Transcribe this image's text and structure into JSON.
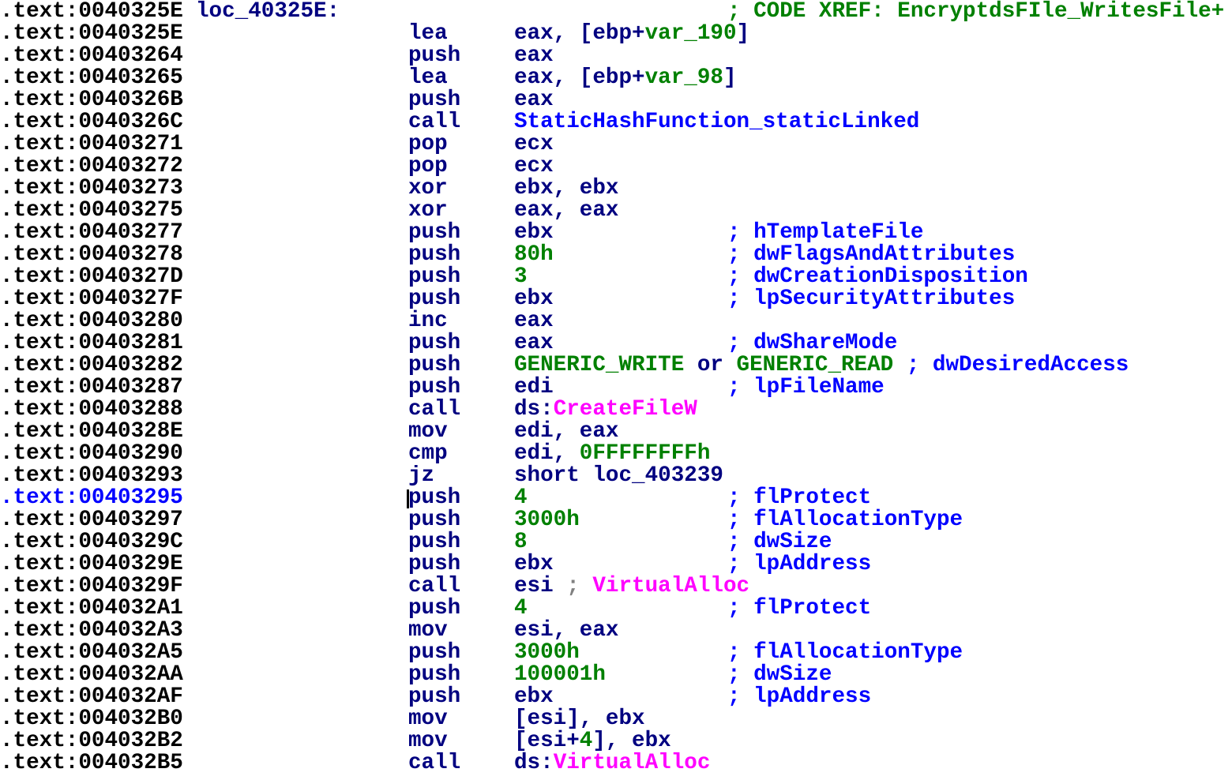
{
  "colors": {
    "address": "#000000",
    "selected_address": "#0000ff",
    "instruction": "#000080",
    "number": "#008000",
    "comment": "#0000ff",
    "import": "#ff00ff"
  },
  "selected_row": 22,
  "rows": [
    {
      "addr": ".text:0040325E",
      "label": "loc_40325E:",
      "mn": "",
      "ops": [],
      "comment": [
        {
          "t": "; CODE XREF: EncryptdsFIle_WritesFile+",
          "c": "green"
        }
      ]
    },
    {
      "addr": ".text:0040325E",
      "mn": "lea",
      "ops": [
        {
          "t": "eax, [ebp+",
          "c": "navy"
        },
        {
          "t": "var_190",
          "c": "green"
        },
        {
          "t": "]",
          "c": "navy"
        }
      ]
    },
    {
      "addr": ".text:00403264",
      "mn": "push",
      "ops": [
        {
          "t": "eax",
          "c": "navy"
        }
      ]
    },
    {
      "addr": ".text:00403265",
      "mn": "lea",
      "ops": [
        {
          "t": "eax, [ebp+",
          "c": "navy"
        },
        {
          "t": "var_98",
          "c": "green"
        },
        {
          "t": "]",
          "c": "navy"
        }
      ]
    },
    {
      "addr": ".text:0040326B",
      "mn": "push",
      "ops": [
        {
          "t": "eax",
          "c": "navy"
        }
      ]
    },
    {
      "addr": ".text:0040326C",
      "mn": "call",
      "ops": [
        {
          "t": "StaticHashFunction_staticLinked",
          "c": "blue"
        }
      ]
    },
    {
      "addr": ".text:00403271",
      "mn": "pop",
      "ops": [
        {
          "t": "ecx",
          "c": "navy"
        }
      ]
    },
    {
      "addr": ".text:00403272",
      "mn": "pop",
      "ops": [
        {
          "t": "ecx",
          "c": "navy"
        }
      ]
    },
    {
      "addr": ".text:00403273",
      "mn": "xor",
      "ops": [
        {
          "t": "ebx, ebx",
          "c": "navy"
        }
      ]
    },
    {
      "addr": ".text:00403275",
      "mn": "xor",
      "ops": [
        {
          "t": "eax, eax",
          "c": "navy"
        }
      ]
    },
    {
      "addr": ".text:00403277",
      "mn": "push",
      "ops": [
        {
          "t": "ebx",
          "c": "navy"
        }
      ],
      "comment": [
        {
          "t": "; hTemplateFile",
          "c": "blue"
        }
      ]
    },
    {
      "addr": ".text:00403278",
      "mn": "push",
      "ops": [
        {
          "t": "80h",
          "c": "green"
        }
      ],
      "comment": [
        {
          "t": "; dwFlagsAndAttributes",
          "c": "blue"
        }
      ]
    },
    {
      "addr": ".text:0040327D",
      "mn": "push",
      "ops": [
        {
          "t": "3",
          "c": "green"
        }
      ],
      "comment": [
        {
          "t": "; dwCreationDisposition",
          "c": "blue"
        }
      ]
    },
    {
      "addr": ".text:0040327F",
      "mn": "push",
      "ops": [
        {
          "t": "ebx",
          "c": "navy"
        }
      ],
      "comment": [
        {
          "t": "; lpSecurityAttributes",
          "c": "blue"
        }
      ]
    },
    {
      "addr": ".text:00403280",
      "mn": "inc",
      "ops": [
        {
          "t": "eax",
          "c": "navy"
        }
      ]
    },
    {
      "addr": ".text:00403281",
      "mn": "push",
      "ops": [
        {
          "t": "eax",
          "c": "navy"
        }
      ],
      "comment": [
        {
          "t": "; dwShareMode",
          "c": "blue"
        }
      ]
    },
    {
      "addr": ".text:00403282",
      "mn": "push",
      "ops": [
        {
          "t": "GENERIC_WRITE",
          "c": "green"
        },
        {
          "t": " or ",
          "c": "navy"
        },
        {
          "t": "GENERIC_READ",
          "c": "green"
        },
        {
          "t": " ",
          "c": "navy"
        }
      ],
      "comment": [
        {
          "t": "; dwDesiredAccess",
          "c": "blue"
        }
      ]
    },
    {
      "addr": ".text:00403287",
      "mn": "push",
      "ops": [
        {
          "t": "edi",
          "c": "navy"
        }
      ],
      "comment": [
        {
          "t": "; lpFileName",
          "c": "blue"
        }
      ]
    },
    {
      "addr": ".text:00403288",
      "mn": "call",
      "ops": [
        {
          "t": "ds:",
          "c": "navy"
        },
        {
          "t": "CreateFileW",
          "c": "mag"
        }
      ]
    },
    {
      "addr": ".text:0040328E",
      "mn": "mov",
      "ops": [
        {
          "t": "edi, eax",
          "c": "navy"
        }
      ]
    },
    {
      "addr": ".text:00403290",
      "mn": "cmp",
      "ops": [
        {
          "t": "edi, ",
          "c": "navy"
        },
        {
          "t": "0FFFFFFFFh",
          "c": "green"
        }
      ]
    },
    {
      "addr": ".text:00403293",
      "mn": "jz",
      "ops": [
        {
          "t": "short loc_403239",
          "c": "navy"
        }
      ]
    },
    {
      "addr": ".text:00403295",
      "mn": "push",
      "ops": [
        {
          "t": "4",
          "c": "green"
        }
      ],
      "comment": [
        {
          "t": "; flProtect",
          "c": "blue"
        }
      ]
    },
    {
      "addr": ".text:00403297",
      "mn": "push",
      "ops": [
        {
          "t": "3000h",
          "c": "green"
        }
      ],
      "comment": [
        {
          "t": "; flAllocationType",
          "c": "blue"
        }
      ]
    },
    {
      "addr": ".text:0040329C",
      "mn": "push",
      "ops": [
        {
          "t": "8",
          "c": "green"
        }
      ],
      "comment": [
        {
          "t": "; dwSize",
          "c": "blue"
        }
      ]
    },
    {
      "addr": ".text:0040329E",
      "mn": "push",
      "ops": [
        {
          "t": "ebx",
          "c": "navy"
        }
      ],
      "comment": [
        {
          "t": "; lpAddress",
          "c": "blue"
        }
      ]
    },
    {
      "addr": ".text:0040329F",
      "mn": "call",
      "ops": [
        {
          "t": "esi ",
          "c": "navy"
        },
        {
          "t": ";",
          "c": "gray"
        },
        {
          "t": " ",
          "c": "navy"
        },
        {
          "t": "VirtualAlloc",
          "c": "mag"
        }
      ],
      "inline": true
    },
    {
      "addr": ".text:004032A1",
      "mn": "push",
      "ops": [
        {
          "t": "4",
          "c": "green"
        }
      ],
      "comment": [
        {
          "t": "; flProtect",
          "c": "blue"
        }
      ]
    },
    {
      "addr": ".text:004032A3",
      "mn": "mov",
      "ops": [
        {
          "t": "esi, eax",
          "c": "navy"
        }
      ]
    },
    {
      "addr": ".text:004032A5",
      "mn": "push",
      "ops": [
        {
          "t": "3000h",
          "c": "green"
        }
      ],
      "comment": [
        {
          "t": "; flAllocationType",
          "c": "blue"
        }
      ]
    },
    {
      "addr": ".text:004032AA",
      "mn": "push",
      "ops": [
        {
          "t": "100001h",
          "c": "green"
        }
      ],
      "comment": [
        {
          "t": "; dwSize",
          "c": "blue"
        }
      ]
    },
    {
      "addr": ".text:004032AF",
      "mn": "push",
      "ops": [
        {
          "t": "ebx",
          "c": "navy"
        }
      ],
      "comment": [
        {
          "t": "; lpAddress",
          "c": "blue"
        }
      ]
    },
    {
      "addr": ".text:004032B0",
      "mn": "mov",
      "ops": [
        {
          "t": "[esi], ebx",
          "c": "navy"
        }
      ]
    },
    {
      "addr": ".text:004032B2",
      "mn": "mov",
      "ops": [
        {
          "t": "[esi+",
          "c": "navy"
        },
        {
          "t": "4",
          "c": "green"
        },
        {
          "t": "], ebx",
          "c": "navy"
        }
      ]
    },
    {
      "addr": ".text:004032B5",
      "mn": "call",
      "ops": [
        {
          "t": "ds:",
          "c": "navy"
        },
        {
          "t": "VirtualAlloc",
          "c": "mag"
        }
      ]
    }
  ]
}
